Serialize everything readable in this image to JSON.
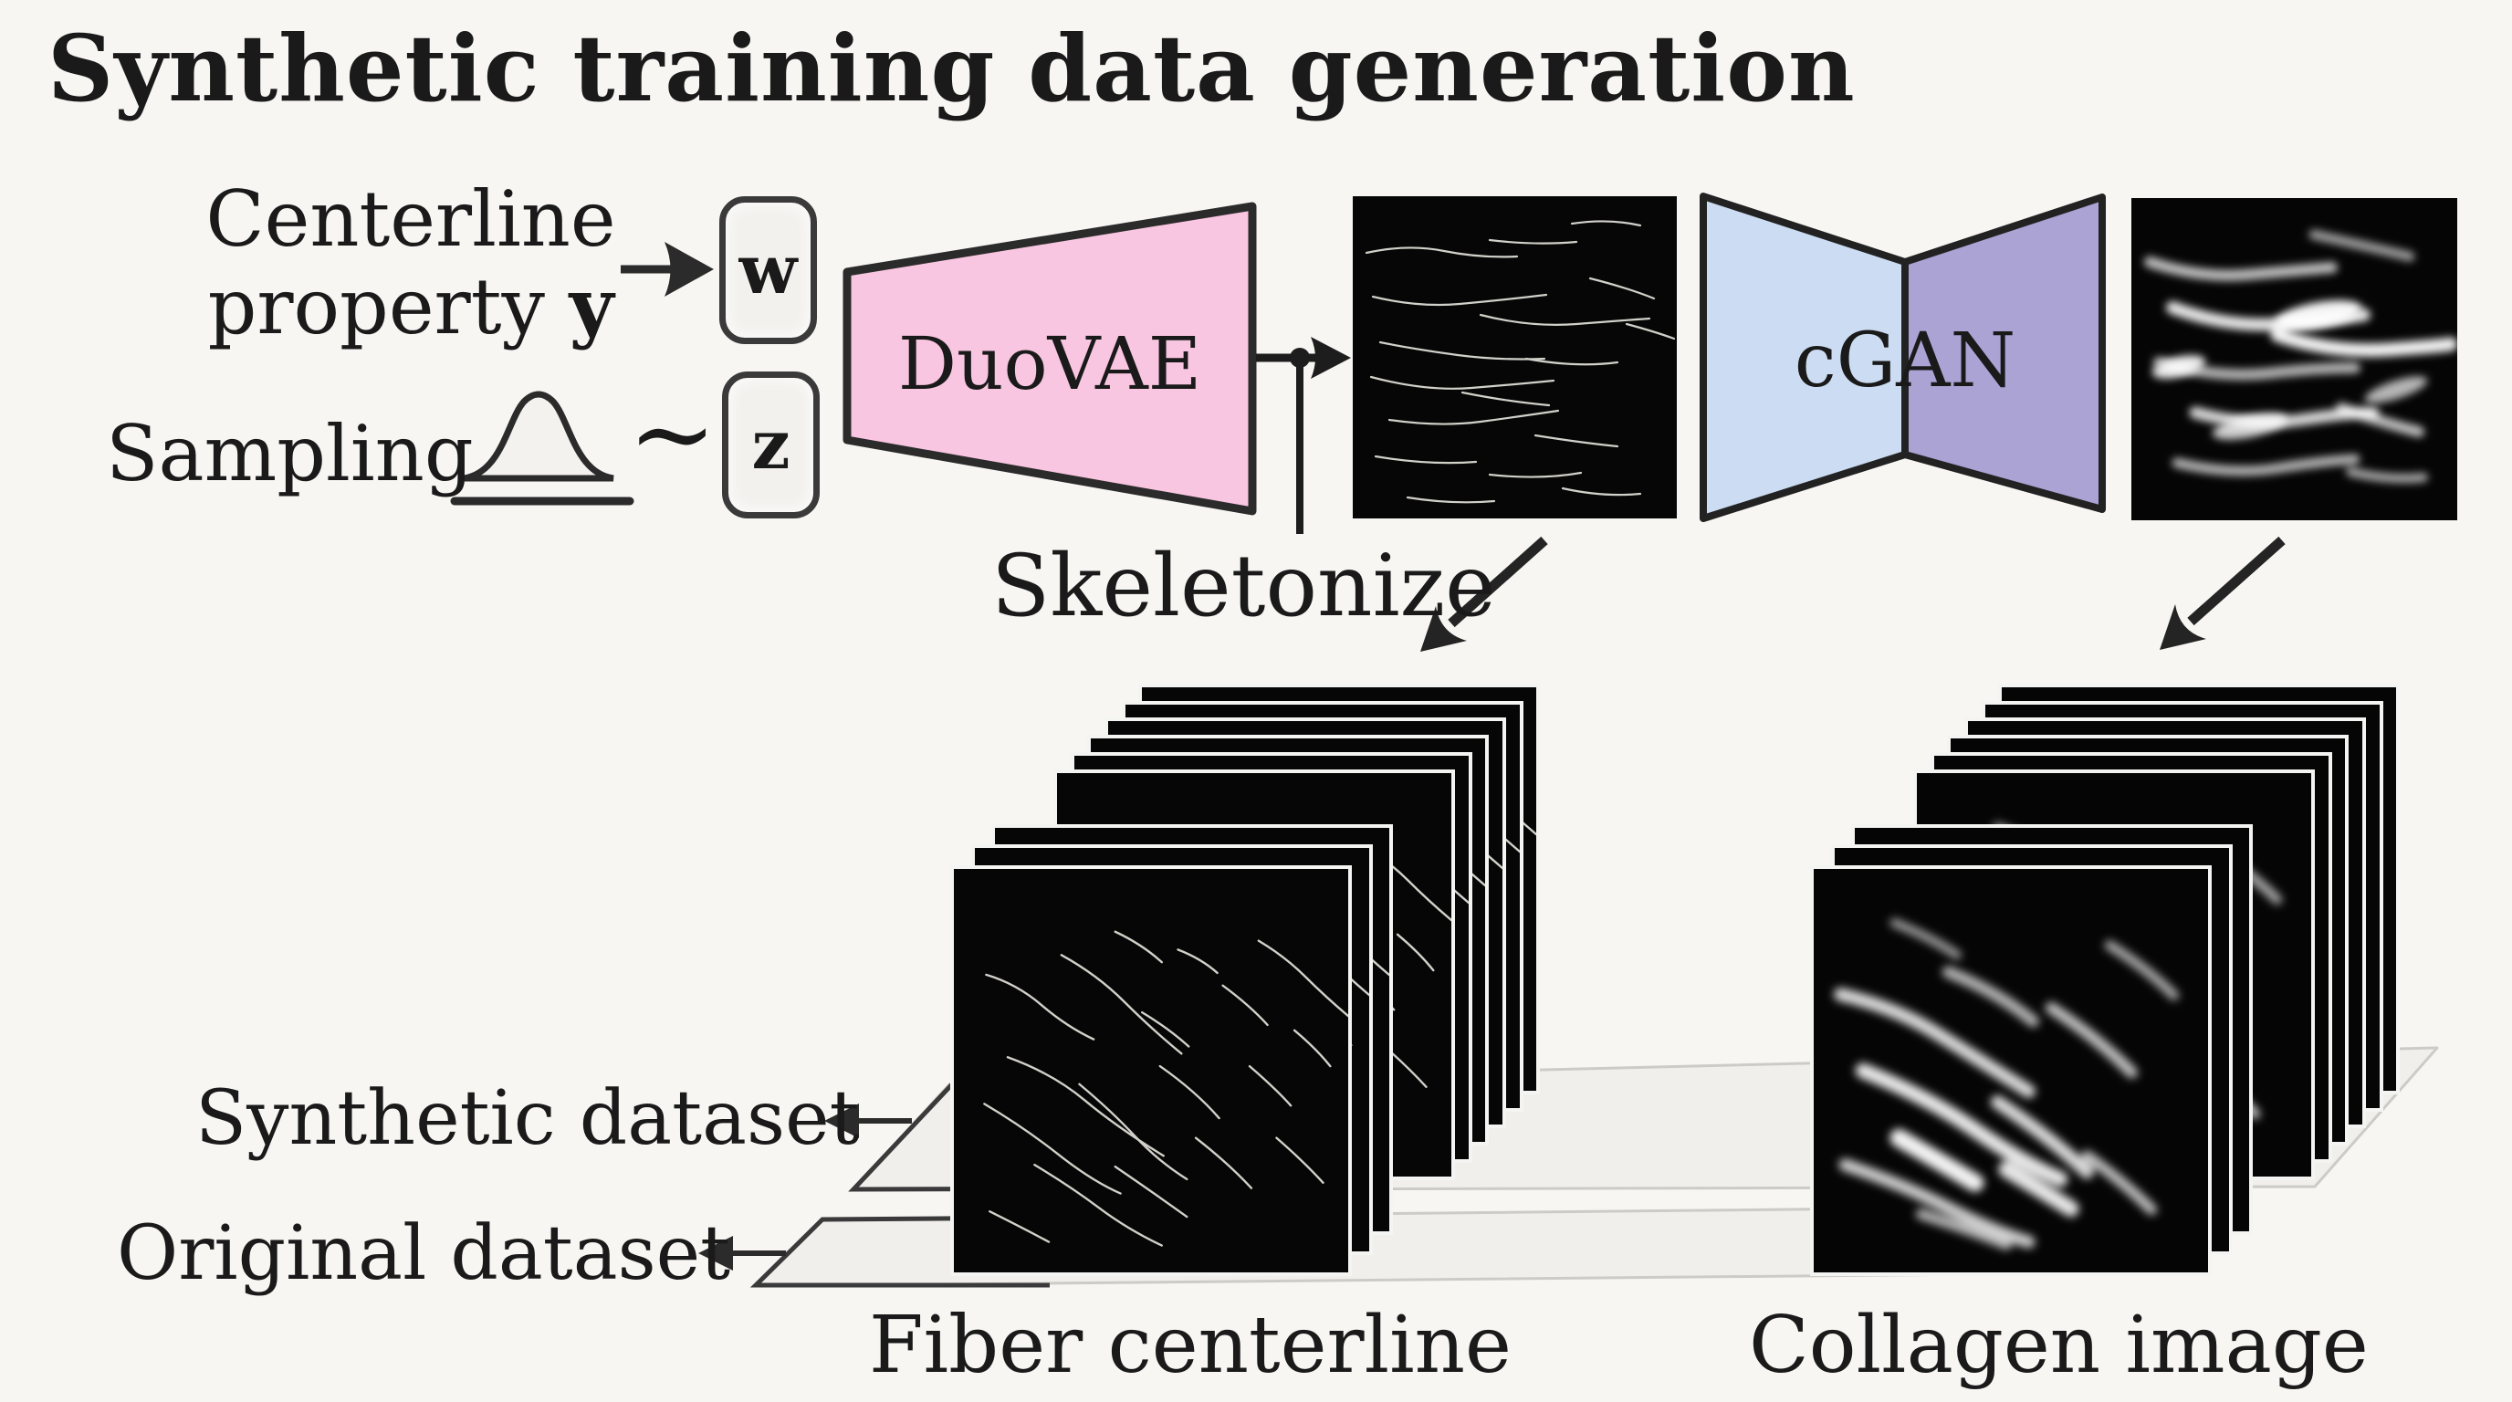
{
  "title": "Synthetic training data generation",
  "inputs": {
    "centerline_line1": "Centerline",
    "centerline_line2": "property ",
    "centerline_symbol": "y",
    "sampling": "Sampling",
    "distribution_tilde": "∼",
    "w_label": "w",
    "z_label": "z"
  },
  "models": {
    "duovae": "DuoVAE",
    "cgan": "cGAN"
  },
  "process": {
    "skeletonize": "Skeletonize"
  },
  "datasets": {
    "synthetic": "Synthetic dataset",
    "original": "Original dataset"
  },
  "outputs": {
    "fiber": "Fiber centerline",
    "collagen": "Collagen image"
  },
  "colors": {
    "bg": "#f7f6f3",
    "ink": "#1a1a1a",
    "vae_fill": "#f9c6e1",
    "gan_left_fill": "#ccdcf2",
    "gan_right_fill": "#aaa3d4",
    "box_fill": "#f2f1ee",
    "plane_fill": "#f0efec",
    "plane_edge": "#cdcbc7",
    "outline_dark": "#3a3a3a"
  },
  "figure": {
    "stack_layer_count": 9,
    "layer_w": 440,
    "layer_h": 450,
    "fiber_stack_base": [
      1041,
      948
    ],
    "collagen_stack_base": [
      1983,
      948
    ],
    "stack_offsets_back_to_front": [
      [
        206,
        -199
      ],
      [
        188,
        -180
      ],
      [
        169,
        -162
      ],
      [
        150,
        -143
      ],
      [
        132,
        -124
      ],
      [
        113,
        -105
      ],
      [
        45,
        -45
      ],
      [
        23,
        -23
      ],
      [
        0,
        0
      ]
    ]
  }
}
